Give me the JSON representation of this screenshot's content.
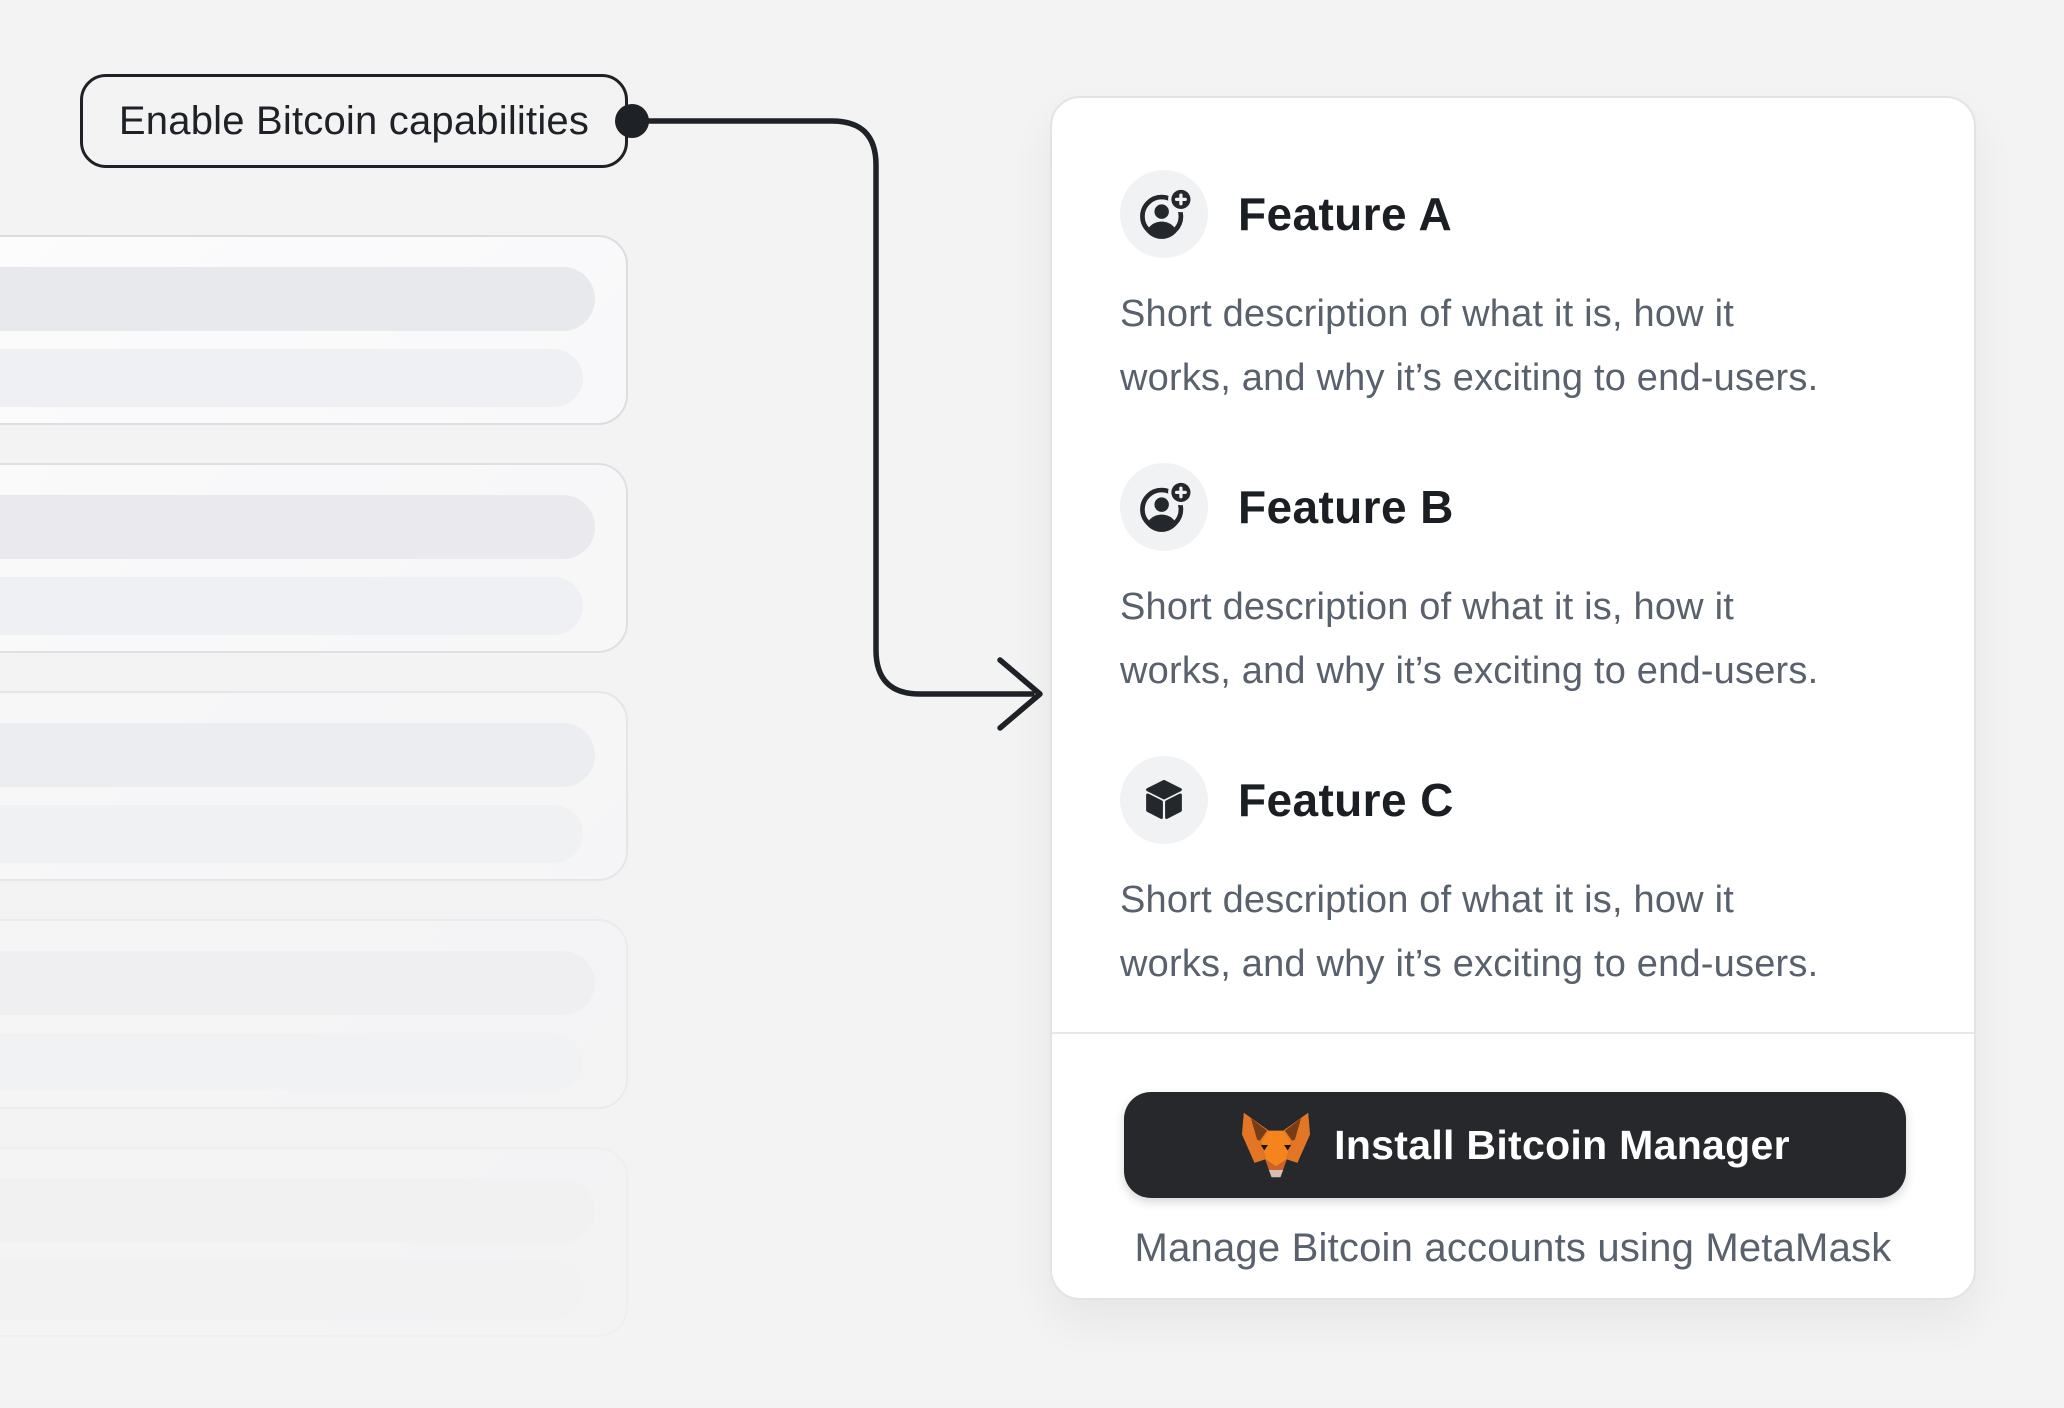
{
  "callout": {
    "label": "Enable Bitcoin capabilities"
  },
  "skeleton": {
    "card_count": 5,
    "bars_per_card": 2
  },
  "connector": {
    "style": "elbow-arrow",
    "color": "#1e2126"
  },
  "panel": {
    "features": [
      {
        "title": "Feature A",
        "icon": "user-add-icon",
        "desc_lines": [
          "Short description of what it is, how it",
          "works, and why it’s exciting to end-users."
        ]
      },
      {
        "title": "Feature B",
        "icon": "user-add-icon",
        "desc_lines": [
          "Short description of what it is, how it",
          "works, and why it’s exciting to end-users."
        ]
      },
      {
        "title": "Feature C",
        "icon": "cube-icon",
        "desc_lines": [
          "Short description of what it is, how it",
          "works, and why it’s exciting to end-users."
        ]
      }
    ],
    "footer": {
      "button_label": "Install Bitcoin Manager",
      "button_icon": "metamask-fox-icon",
      "caption": "Manage Bitcoin accounts using MetaMask"
    }
  },
  "colors": {
    "page_bg": "#f3f3f4",
    "ink": "#1e2126",
    "text_gray": "#59616c",
    "heading": "#1b1e23",
    "button_bg": "#26282c",
    "panel_bg": "#ffffff",
    "fox_orange": "#e27625"
  }
}
